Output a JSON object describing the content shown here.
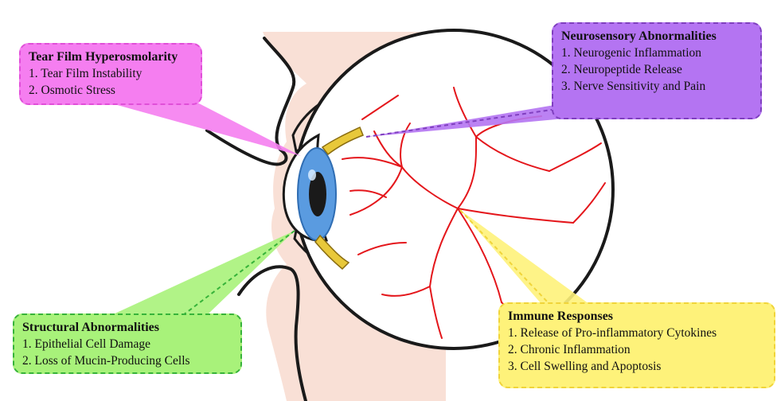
{
  "callouts": {
    "tear_film": {
      "title": "Tear Film Hyperosmolarity",
      "items": [
        "1. Tear Film Instability",
        "2. Osmotic Stress"
      ],
      "color": "#f57ef0"
    },
    "neurosensory": {
      "title": "Neurosensory Abnormalities",
      "items": [
        "1. Neurogenic Inflammation",
        "2. Neuropeptide Release",
        "3. Nerve Sensitivity and Pain"
      ],
      "color": "#b474f2"
    },
    "structural": {
      "title": "Structural Abnormalities",
      "items": [
        "1. Epithelial Cell Damage",
        "2. Loss of Mucin-Producing Cells"
      ],
      "color": "#a8f27a"
    },
    "immune": {
      "title": "Immune Responses",
      "items": [
        "1. Release of Pro-inflammatory Cytokines",
        "2. Chronic Inflammation",
        "3. Cell Swelling and Apoptosis"
      ],
      "color": "#fef27a"
    }
  },
  "colors": {
    "skin": "#f9e0d6",
    "iris": "#5a9be0",
    "vessels": "#e4161b",
    "nerves": "#e8c83a"
  }
}
